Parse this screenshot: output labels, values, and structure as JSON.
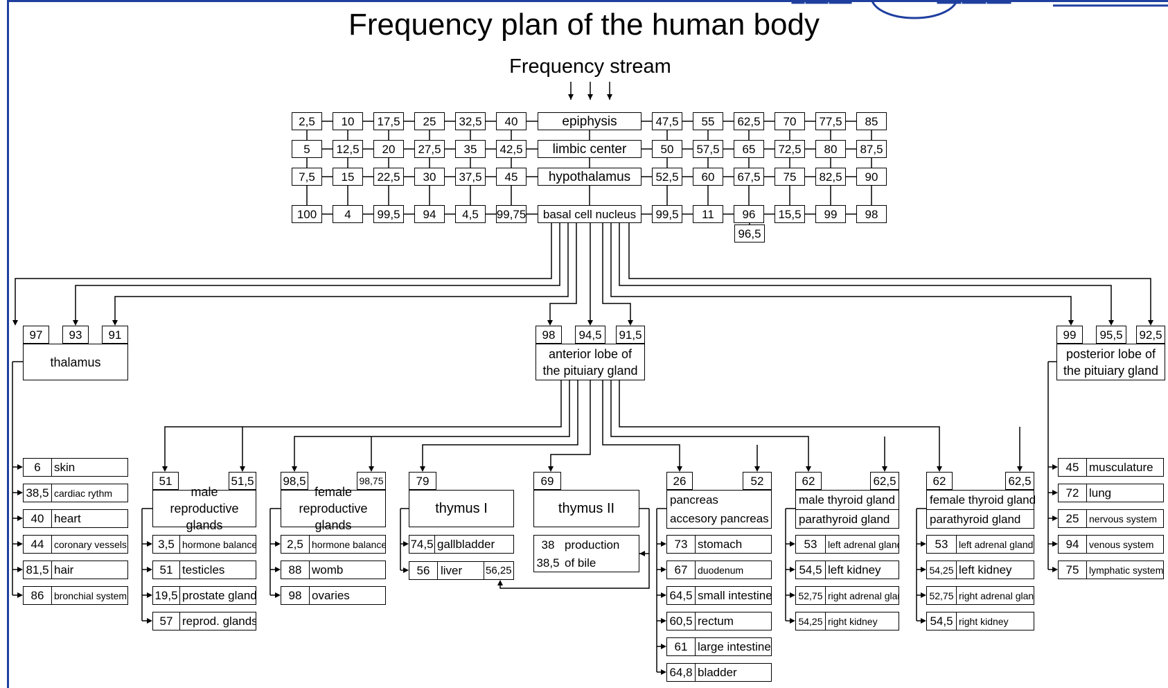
{
  "title": "Frequency plan of the human body",
  "stream_label": "Frequency stream",
  "center_column": [
    "epiphysis",
    "limbic center",
    "hypothalamus",
    "basal cell nucleus"
  ],
  "grid": {
    "left_columns": [
      [
        "2,5",
        "5",
        "7,5",
        "100"
      ],
      [
        "10",
        "12,5",
        "15",
        "4"
      ],
      [
        "17,5",
        "20",
        "22,5",
        "99,5"
      ],
      [
        "25",
        "27,5",
        "30",
        "94"
      ],
      [
        "32,5",
        "35",
        "37,5",
        "4,5"
      ],
      [
        "40",
        "42,5",
        "45",
        "99,75"
      ]
    ],
    "right_columns": [
      [
        "47,5",
        "50",
        "52,5",
        "99,5"
      ],
      [
        "55",
        "57,5",
        "60",
        "11"
      ],
      [
        "62,5",
        "65",
        "67,5",
        "96"
      ],
      [
        "70",
        "72,5",
        "75",
        "15,5"
      ],
      [
        "77,5",
        "80",
        "82,5",
        "99"
      ],
      [
        "85",
        "87,5",
        "90",
        "98"
      ]
    ],
    "extra": "96,5"
  },
  "thalamus": {
    "values": [
      "97",
      "93",
      "91"
    ],
    "label": "thalamus",
    "items": [
      {
        "value": "6",
        "label": "skin"
      },
      {
        "value": "38,5",
        "label": "cardiac rythm"
      },
      {
        "value": "40",
        "label": "heart"
      },
      {
        "value": "44",
        "label": "coronary vessels"
      },
      {
        "value": "81,5",
        "label": "hair"
      },
      {
        "value": "86",
        "label": "bronchial system"
      }
    ]
  },
  "anterior": {
    "values": [
      "98",
      "94,5",
      "91,5"
    ],
    "label_line1": "anterior lobe of",
    "label_line2": "the pituiary gland"
  },
  "posterior": {
    "values": [
      "99",
      "95,5",
      "92,5"
    ],
    "label_line1": "posterior lobe of",
    "label_line2": "the pituiary gland",
    "items": [
      {
        "value": "45",
        "label": "musculature"
      },
      {
        "value": "72",
        "label": "lung"
      },
      {
        "value": "25",
        "label": "nervous system"
      },
      {
        "value": "94",
        "label": "venous system"
      },
      {
        "value": "75",
        "label": "lymphatic system"
      }
    ]
  },
  "male_repro": {
    "values": [
      "51",
      "51,5"
    ],
    "label_line1": "male",
    "label_line2": "reproductive glands",
    "items": [
      {
        "value": "3,5",
        "label": "hormone balance"
      },
      {
        "value": "51",
        "label": "testicles"
      },
      {
        "value": "19,5",
        "label": "prostate gland"
      },
      {
        "value": "57",
        "label": "reprod. glands"
      }
    ]
  },
  "female_repro": {
    "values": [
      "98,5",
      "98,75"
    ],
    "label_line1": "female",
    "label_line2": "reproductive glands",
    "items": [
      {
        "value": "2,5",
        "label": "hormone balance"
      },
      {
        "value": "88",
        "label": "womb"
      },
      {
        "value": "98",
        "label": "ovaries"
      }
    ]
  },
  "thymus1": {
    "value": "79",
    "label": "thymus I",
    "items": [
      {
        "value": "74,5",
        "label": "gallbladder"
      },
      {
        "value": "56",
        "label": "liver",
        "extra": "56,25"
      }
    ]
  },
  "thymus2": {
    "value": "69",
    "label": "thymus II",
    "production": {
      "value1": "38",
      "value2": "38,5",
      "line1": "production",
      "line2": "of bile"
    }
  },
  "pancreas": {
    "values": [
      "26",
      "52"
    ],
    "line1": "pancreas",
    "line2": "accesory pancreas",
    "items": [
      {
        "value": "73",
        "label": "stomach"
      },
      {
        "value": "67",
        "label": "duodenum"
      },
      {
        "value": "64,5",
        "label": "small intestine"
      },
      {
        "value": "60,5",
        "label": "rectum"
      },
      {
        "value": "61",
        "label": "large intestine"
      },
      {
        "value": "64,8",
        "label": "bladder"
      }
    ]
  },
  "male_thyroid": {
    "values": [
      "62",
      "62,5"
    ],
    "line1": "male thyroid gland",
    "line2": "parathyroid gland",
    "items": [
      {
        "value": "53",
        "label": "left adrenal gland"
      },
      {
        "value": "54,5",
        "label": "left kidney"
      },
      {
        "value": "52,75",
        "label": "right adrenal gland"
      },
      {
        "value": "54,25",
        "label": "right kidney"
      }
    ]
  },
  "female_thyroid": {
    "values": [
      "62",
      "62,5"
    ],
    "line1": "female thyroid gland",
    "line2": "parathyroid gland",
    "items": [
      {
        "value": "53",
        "label": "left adrenal gland"
      },
      {
        "value": "54,25",
        "label": "left kidney"
      },
      {
        "value": "52,75",
        "label": "right adrenal gland"
      },
      {
        "value": "54,5",
        "label": "right kidney"
      }
    ]
  }
}
